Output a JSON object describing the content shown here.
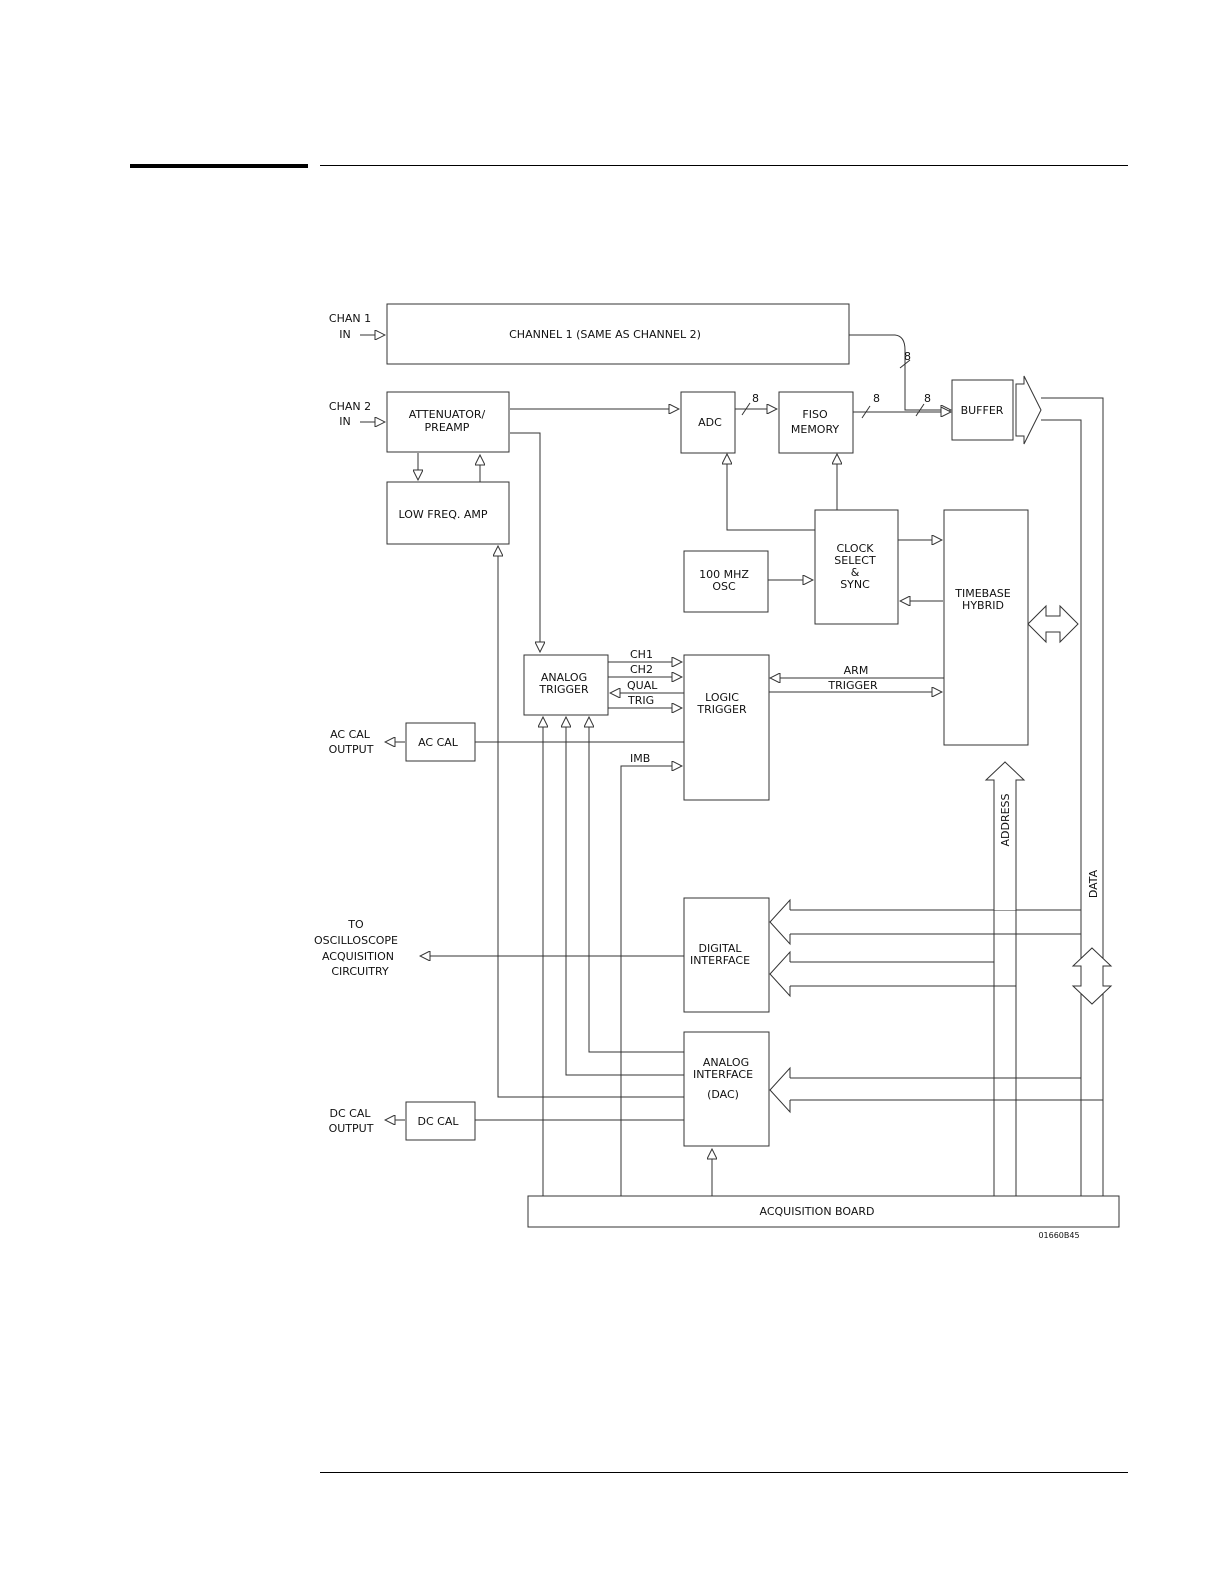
{
  "blocks": {
    "channel1": "CHANNEL 1 (SAME AS CHANNEL 2)",
    "attenuator": [
      "ATTENUATOR/",
      "PREAMP"
    ],
    "low_freq_amp": "LOW FREQ. AMP",
    "adc": "ADC",
    "fiso": [
      "FISO",
      "MEMORY"
    ],
    "buffer": "BUFFER",
    "clock": [
      "CLOCK",
      "SELECT",
      "&",
      "SYNC"
    ],
    "osc": [
      "100 MHZ",
      "OSC"
    ],
    "timebase": [
      "TIMEBASE",
      "HYBRID"
    ],
    "analog_trigger": [
      "ANALOG",
      "TRIGGER"
    ],
    "logic_trigger": [
      "LOGIC",
      "TRIGGER"
    ],
    "ac_cal": "AC CAL",
    "digital_interface": [
      "DIGITAL",
      "INTERFACE"
    ],
    "analog_interface": [
      "ANALOG",
      "INTERFACE",
      "(DAC)"
    ],
    "dc_cal": "DC CAL",
    "acq_board": "ACQUISITION BOARD"
  },
  "labels": {
    "chan1_in": [
      "CHAN 1",
      "IN"
    ],
    "chan2_in": [
      "CHAN 2",
      "IN"
    ],
    "ac_cal_output": [
      "AC CAL",
      "OUTPUT"
    ],
    "dc_cal_output": [
      "DC CAL",
      "OUTPUT"
    ],
    "to_osc": [
      "TO",
      "OSCILLOSCOPE",
      "ACQUISITION",
      "CIRCUITRY"
    ],
    "ch1": "CH1",
    "ch2": "CH2",
    "qual": "QUAL",
    "trig": "TRIG",
    "imb": "IMB",
    "arm": "ARM",
    "trigger": "TRIGGER",
    "address": "ADDRESS",
    "data": "DATA",
    "bus_width": "8",
    "figure_id": "01660B45"
  }
}
